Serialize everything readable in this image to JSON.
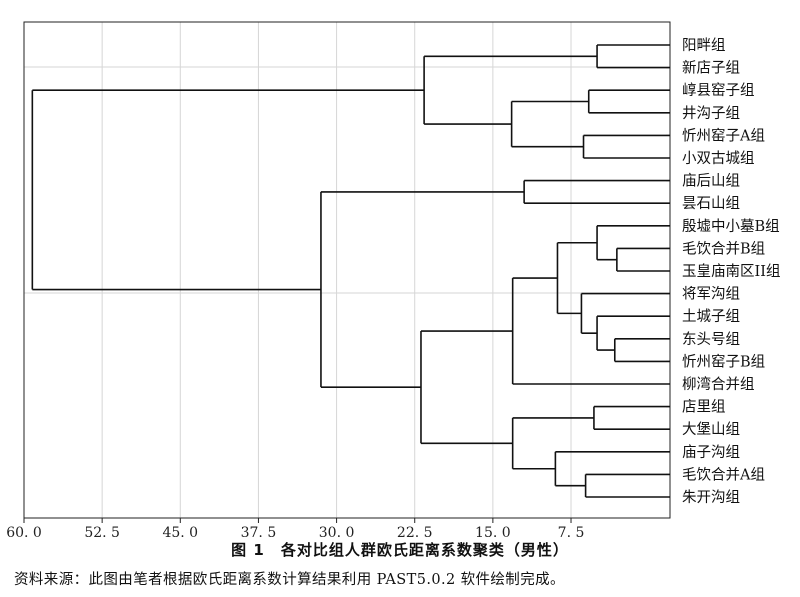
{
  "chart_data": {
    "type": "dendrogram",
    "orientation": "right-to-left",
    "xlim": [
      60,
      -2
    ],
    "x_ticks": [
      60.0,
      52.5,
      45.0,
      37.5,
      30.0,
      22.5,
      15.0,
      7.5
    ],
    "x_tick_labels": [
      "60. 0",
      "52. 5",
      "45. 0",
      "37. 5",
      "30. 0",
      "22. 5",
      "15. 0",
      "7. 5"
    ],
    "grid": true,
    "leaves": [
      "阳畔组",
      "新店子组",
      "崞县窑子组",
      "井沟子组",
      "忻州窑子A组",
      "小双古城组",
      "庙后山组",
      "昙石山组",
      "殷墟中小墓B组",
      "毛饮合并B组",
      "玉皇庙南区II组",
      "将军沟组",
      "土城子组",
      "东头号组",
      "忻州窑子B组",
      "柳湾合并组",
      "店里组",
      "大堡山组",
      "庙子沟组",
      "毛饮合并A组",
      "朱开沟组"
    ],
    "merges": [
      {
        "id": "m1",
        "left": "L0",
        "right": "L1",
        "height": 5.0
      },
      {
        "id": "m2",
        "left": "L2",
        "right": "L3",
        "height": 5.8
      },
      {
        "id": "m3",
        "left": "L4",
        "right": "L5",
        "height": 6.3
      },
      {
        "id": "m4",
        "left": "m2",
        "right": "m3",
        "height": 13.2
      },
      {
        "id": "m5",
        "left": "m1",
        "right": "m4",
        "height": 21.6
      },
      {
        "id": "m6",
        "left": "L6",
        "right": "L7",
        "height": 12.0
      },
      {
        "id": "m7",
        "left": "L9",
        "right": "L10",
        "height": 3.1
      },
      {
        "id": "m8",
        "left": "L8",
        "right": "m7",
        "height": 5.0
      },
      {
        "id": "m9",
        "left": "L13",
        "right": "L14",
        "height": 3.3
      },
      {
        "id": "m10",
        "left": "L12",
        "right": "m9",
        "height": 5.0
      },
      {
        "id": "m11",
        "left": "L11",
        "right": "m10",
        "height": 6.5
      },
      {
        "id": "m12",
        "left": "m8",
        "right": "m11",
        "height": 8.8
      },
      {
        "id": "m13",
        "left": "m12",
        "right": "L15",
        "height": 13.1
      },
      {
        "id": "m14",
        "left": "L16",
        "right": "L17",
        "height": 5.3
      },
      {
        "id": "m15",
        "left": "L19",
        "right": "L20",
        "height": 6.1
      },
      {
        "id": "m16",
        "left": "L18",
        "right": "m15",
        "height": 9.0
      },
      {
        "id": "m17",
        "left": "m14",
        "right": "m16",
        "height": 13.1
      },
      {
        "id": "m18",
        "left": "m13",
        "right": "m17",
        "height": 21.9
      },
      {
        "id": "m19",
        "left": "m6",
        "right": "m18",
        "height": 31.5
      },
      {
        "id": "m20",
        "left": "m5",
        "right": "m19",
        "height": 59.2
      }
    ]
  },
  "caption": "图 1　各对比组人群欧氏距离系数聚类（男性）",
  "source_note": "资料来源：此图由笔者根据欧氏距离系数计算结果利用 PAST5.0.2 软件绘制完成。"
}
